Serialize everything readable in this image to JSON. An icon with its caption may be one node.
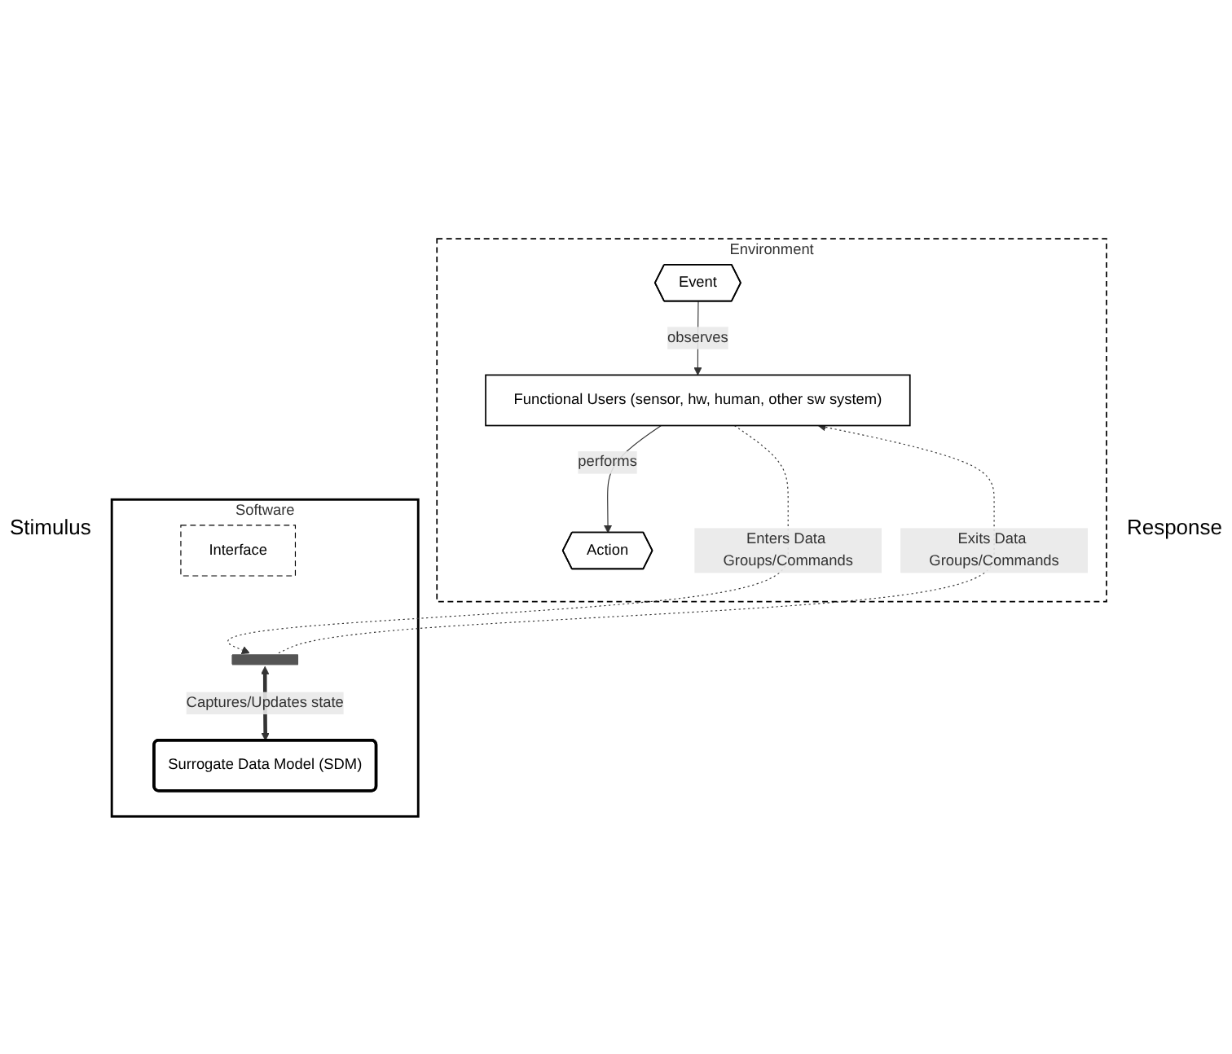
{
  "diagram": {
    "nodes": [
      {
        "text": [
          "Environment"
        ]
      },
      {
        "text": [
          "Event"
        ],
        "in": 0
      },
      {
        "text": [
          "Action"
        ],
        "in": 0
      },
      {
        "text": [
          "Functional Users (sensor, hw, human, other sw system)"
        ],
        "in": 0
      },
      {
        "text": [
          "Software"
        ]
      },
      {
        "text": [
          "Interface"
        ],
        "in": 4
      },
      {
        "text": [],
        "shape": "bar",
        "in": 4
      },
      {
        "text": [
          "Surrogate Data Model (SDM)"
        ],
        "in": 4
      }
    ],
    "edges": [
      {
        "from": 1,
        "to": 3,
        "arrow": "to",
        "label": "observes"
      },
      {
        "from": 3,
        "to": 2,
        "arrow": "to",
        "label": "performs"
      },
      {
        "from": 3,
        "to": 6,
        "arrow": "to",
        "label": "Enters Data Groups/Commands",
        "style": "dashed"
      },
      {
        "from": 6,
        "to": 3,
        "arrow": "to",
        "label": "Exits Data Groups/Commands",
        "style": "dashed"
      },
      {
        "from": 6,
        "to": 7,
        "arrow": "both",
        "label": "Captures/Updates state",
        "style": "thick"
      }
    ],
    "labels": [
      "Stimulus",
      "Response"
    ]
  }
}
